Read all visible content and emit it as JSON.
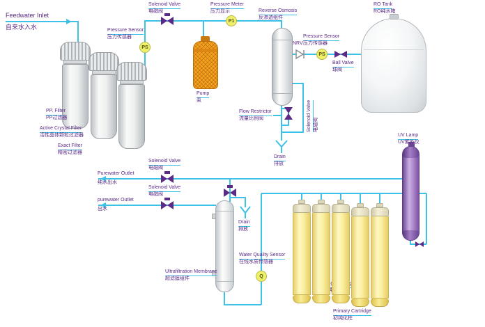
{
  "colors": {
    "pipe": "#3ec1e6",
    "valve": "#5b2a86",
    "label": "#5b2a86",
    "badge_bg": "#eef06a",
    "pump": "#f5a21f"
  },
  "badges": {
    "ps1": "PS",
    "p1": "P1",
    "ps2": "PS",
    "q": "Q"
  },
  "labels": {
    "feedwater": {
      "en": "Feedwater Inlet",
      "zh": "自来水入水"
    },
    "pp_filter": {
      "en": "PP. Filter",
      "zh": "PP过滤器"
    },
    "active_crystal_filter": {
      "en": "Active Crystal Filter",
      "zh": "活性晶体颗粒过滤器"
    },
    "exact_filter": {
      "en": "Exact Filter",
      "zh": "精密过滤器"
    },
    "pressure_sensor_1": {
      "en": "Pressure Sensor",
      "zh": "压力传感器"
    },
    "solenoid_valve_1": {
      "en": "Solenoid Valve",
      "zh": "电磁阀"
    },
    "pressure_meter": {
      "en": "Pressure Meter",
      "zh": "压力显示"
    },
    "pump": {
      "en": "Pump",
      "zh": "泵"
    },
    "reverse_osmosis": {
      "en": "Reverse Osmosis",
      "zh": "反渗透组件"
    },
    "nrv": {
      "en": "NRV"
    },
    "pressure_sensor_2": {
      "en": "Pressure Sensor",
      "zh": "压力传感器"
    },
    "ball_valve": {
      "en": "Ball Valve",
      "zh": "球阀"
    },
    "ro_tank": {
      "en": "RO Tank",
      "zh": "RO纯水箱"
    },
    "flow_restrictor": {
      "en": "Flow Restrictor",
      "zh": "流量比例阀"
    },
    "solenoid_valve_2": {
      "en": "Solenoid Valve",
      "zh": "电磁阀"
    },
    "drain_1": {
      "en": "Drain",
      "zh": "排放"
    },
    "uv_lamp": {
      "en": "UV Lamp",
      "zh": "UV紫外仪"
    },
    "solenoid_valve_3": {
      "en": "Solenoid Valve",
      "zh": "电磁阀"
    },
    "purewater_outlet_1": {
      "en": "Purewater Outlet",
      "zh": "纯水出水"
    },
    "solenoid_valve_4": {
      "en": "Solenoid Valve",
      "zh": "电磁阀"
    },
    "purewater_outlet_2": {
      "en": "purewater Outlet",
      "zh": "出水"
    },
    "drain_2": {
      "en": "Drain",
      "zh": "排放"
    },
    "ultrafiltration_membrane": {
      "en": "Ultrafiltration Membrane",
      "zh": "超滤膜组件"
    },
    "water_quality_sensor": {
      "en": "Water Quality Sensor",
      "zh": "在线水质传感器"
    },
    "polishing_cartridge": {
      "en": "Polishing Cartridge",
      "zh": "抛光超纯化柱"
    },
    "primary_cartridge": {
      "en": "Primary Cartridge",
      "zh": "初纯化柱"
    }
  }
}
